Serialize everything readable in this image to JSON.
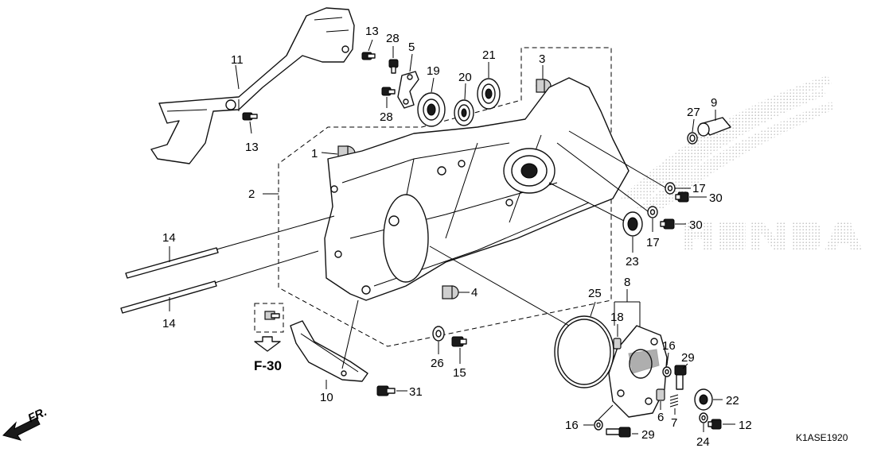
{
  "diagram": {
    "reference_code": "K1ASE1920",
    "front_indicator": "FR.",
    "section_ref": "F-30",
    "callouts": {
      "c1": "1",
      "c2": "2",
      "c3": "3",
      "c4": "4",
      "c5": "5",
      "c6": "6",
      "c7": "7",
      "c8": "8",
      "c9": "9",
      "c10": "10",
      "c11": "11",
      "c12": "12",
      "c13a": "13",
      "c13b": "13",
      "c14a": "14",
      "c14b": "14",
      "c15": "15",
      "c16a": "16",
      "c16b": "16",
      "c17a": "17",
      "c17b": "17",
      "c18": "18",
      "c19": "19",
      "c20": "20",
      "c21": "21",
      "c22": "22",
      "c23": "23",
      "c24": "24",
      "c25": "25",
      "c26": "26",
      "c27": "27",
      "c28a": "28",
      "c28b": "28",
      "c29a": "29",
      "c29b": "29",
      "c30a": "30",
      "c30b": "30",
      "c31": "31"
    },
    "colors": {
      "ink": "#000000",
      "watermark": "#bdbdbd",
      "background": "#ffffff"
    }
  }
}
